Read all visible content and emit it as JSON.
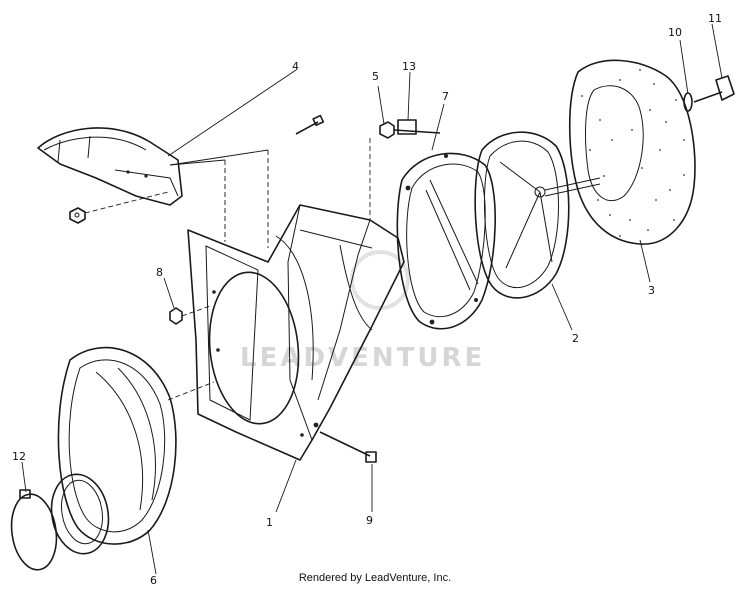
{
  "diagram": {
    "callouts": [
      {
        "id": "1",
        "text": "1"
      },
      {
        "id": "2",
        "text": "2"
      },
      {
        "id": "3",
        "text": "3"
      },
      {
        "id": "4",
        "text": "4"
      },
      {
        "id": "5",
        "text": "5"
      },
      {
        "id": "6",
        "text": "6"
      },
      {
        "id": "7",
        "text": "7"
      },
      {
        "id": "8",
        "text": "8"
      },
      {
        "id": "9",
        "text": "9"
      },
      {
        "id": "10",
        "text": "10"
      },
      {
        "id": "11",
        "text": "11"
      },
      {
        "id": "12",
        "text": "12"
      },
      {
        "id": "13",
        "text": "13"
      }
    ],
    "watermark": "LEADVENTURE"
  },
  "footer": {
    "text": "Rendered by LeadVenture, Inc."
  }
}
